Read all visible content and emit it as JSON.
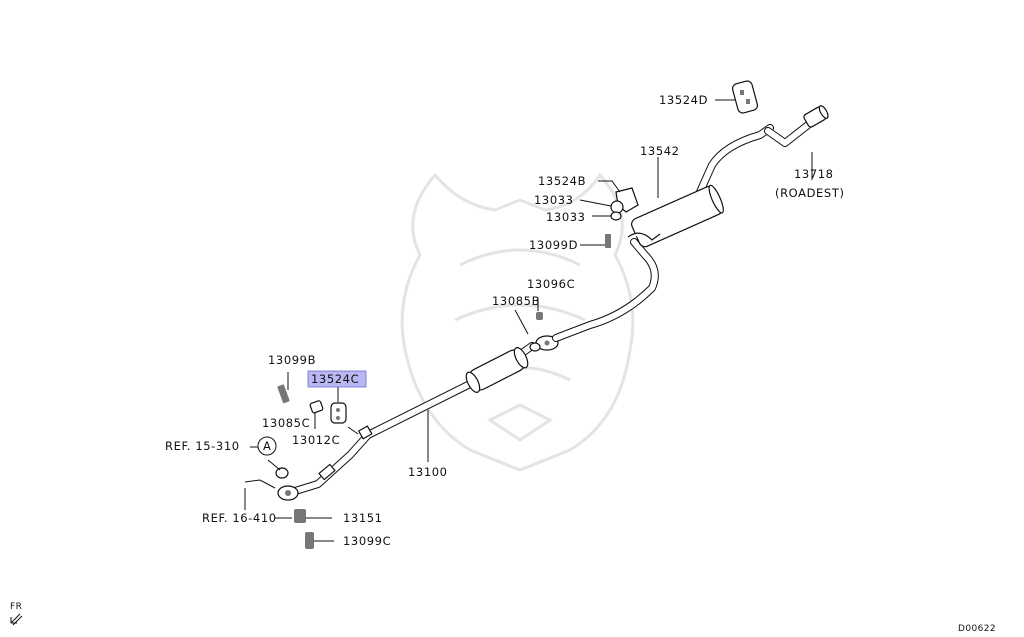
{
  "labels": {
    "p13524D": "13524D",
    "p13542": "13542",
    "p13718": "13718",
    "roadest": "(ROADEST)",
    "p13524B": "13524B",
    "p13033a": "13033",
    "p13033b": "13033",
    "p13099D": "13099D",
    "p13096C": "13096C",
    "p13085B": "13085B",
    "p13099B": "13099B",
    "p13524C": "13524C",
    "p13085C": "13085C",
    "p13012C": "13012C",
    "ref15": "REF. 15-310",
    "refA": "A",
    "p13100": "13100",
    "ref16": "REF. 16-410",
    "p13151": "13151",
    "p13099C": "13099C",
    "fr": "FR",
    "code": "D00622"
  },
  "highlight": {
    "part": "13524C",
    "color": "#b9b8f2"
  }
}
